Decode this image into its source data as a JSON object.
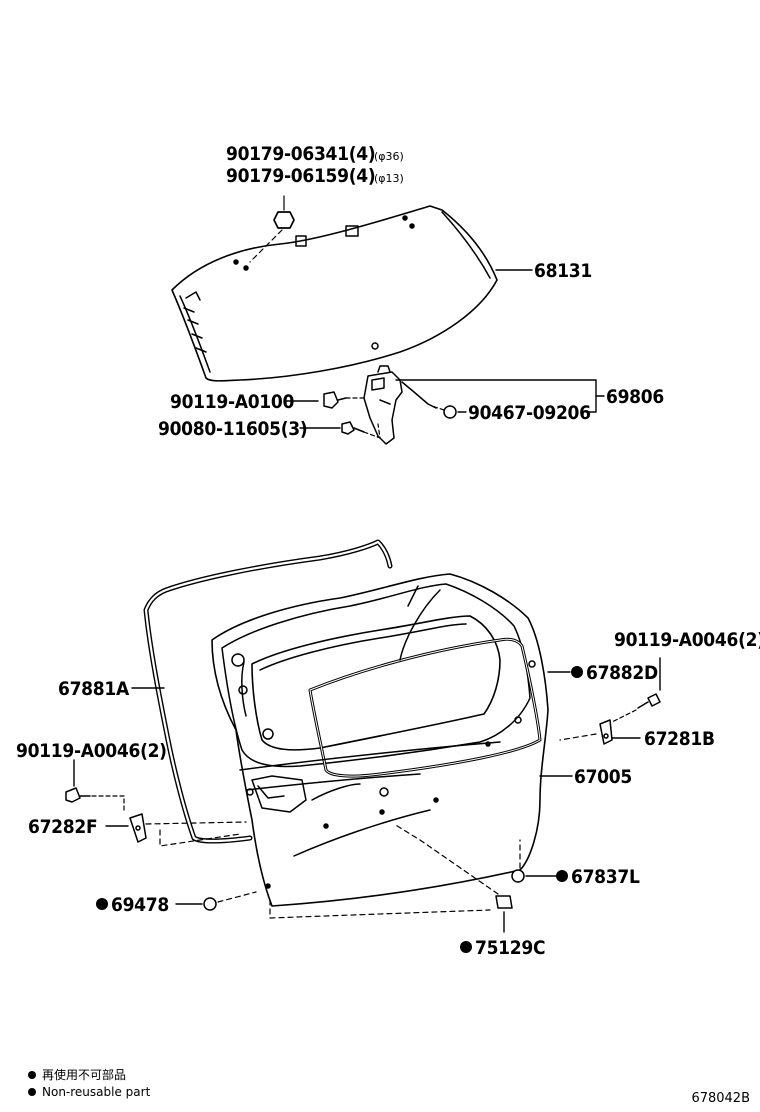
{
  "top_assembly": {
    "bolt_a_part": "90179-06341(4)",
    "bolt_a_dim": "(φ36)",
    "bolt_b_part": "90179-06159(4)",
    "bolt_b_dim": "(φ13)",
    "glass": "68131",
    "bolt_c": "90119-A0100",
    "screw_d": "90080-11605(3)",
    "nut_e": "90467-09206",
    "hinge_group": "69806"
  },
  "bottom_assembly": {
    "weatherstrip": "67881A",
    "seal": "67882D",
    "bolt_right": "90119-A0046(2)",
    "bracket_right": "67281B",
    "door_panel": "67005",
    "bolt_left": "90119-A0046(2)",
    "bracket_left": "67282F",
    "clip_right": "67837L",
    "plug_left": "69478",
    "plug_bottom": "75129C"
  },
  "legend": {
    "jp_text": "再使用不可部品",
    "en_text": "Non-reusable part"
  },
  "diagram_code": "678042B"
}
